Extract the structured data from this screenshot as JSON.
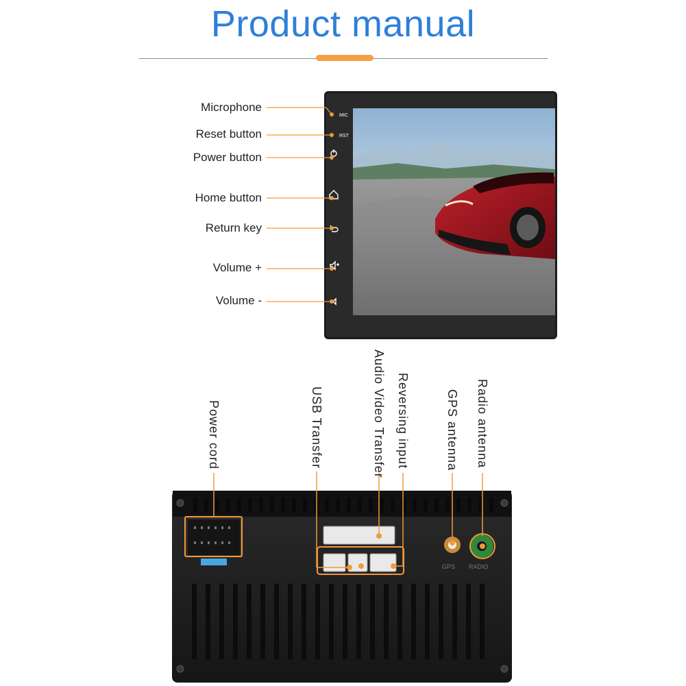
{
  "header": {
    "title": "Product manual"
  },
  "front_panel": {
    "button_labels": {
      "mic": "MIC",
      "rst": "RST"
    },
    "callouts": [
      {
        "label": "Microphone"
      },
      {
        "label": "Reset button"
      },
      {
        "label": "Power button"
      },
      {
        "label": "Home button"
      },
      {
        "label": "Return key"
      },
      {
        "label": "Volume +"
      },
      {
        "label": "Volume -"
      }
    ]
  },
  "rear_panel": {
    "callouts": [
      {
        "label": "Power cord"
      },
      {
        "label": "USB Transfer"
      },
      {
        "label": "Audio Video Transfer"
      },
      {
        "label": "Reversing input"
      },
      {
        "label": "GPS antenna"
      },
      {
        "label": "Radio antenna"
      }
    ],
    "port_text": {
      "gps": "GPS",
      "radio": "RADIO"
    }
  },
  "colors": {
    "title": "#2f7fd9",
    "accent": "#f29a3a",
    "device": "#1e1e1e"
  }
}
